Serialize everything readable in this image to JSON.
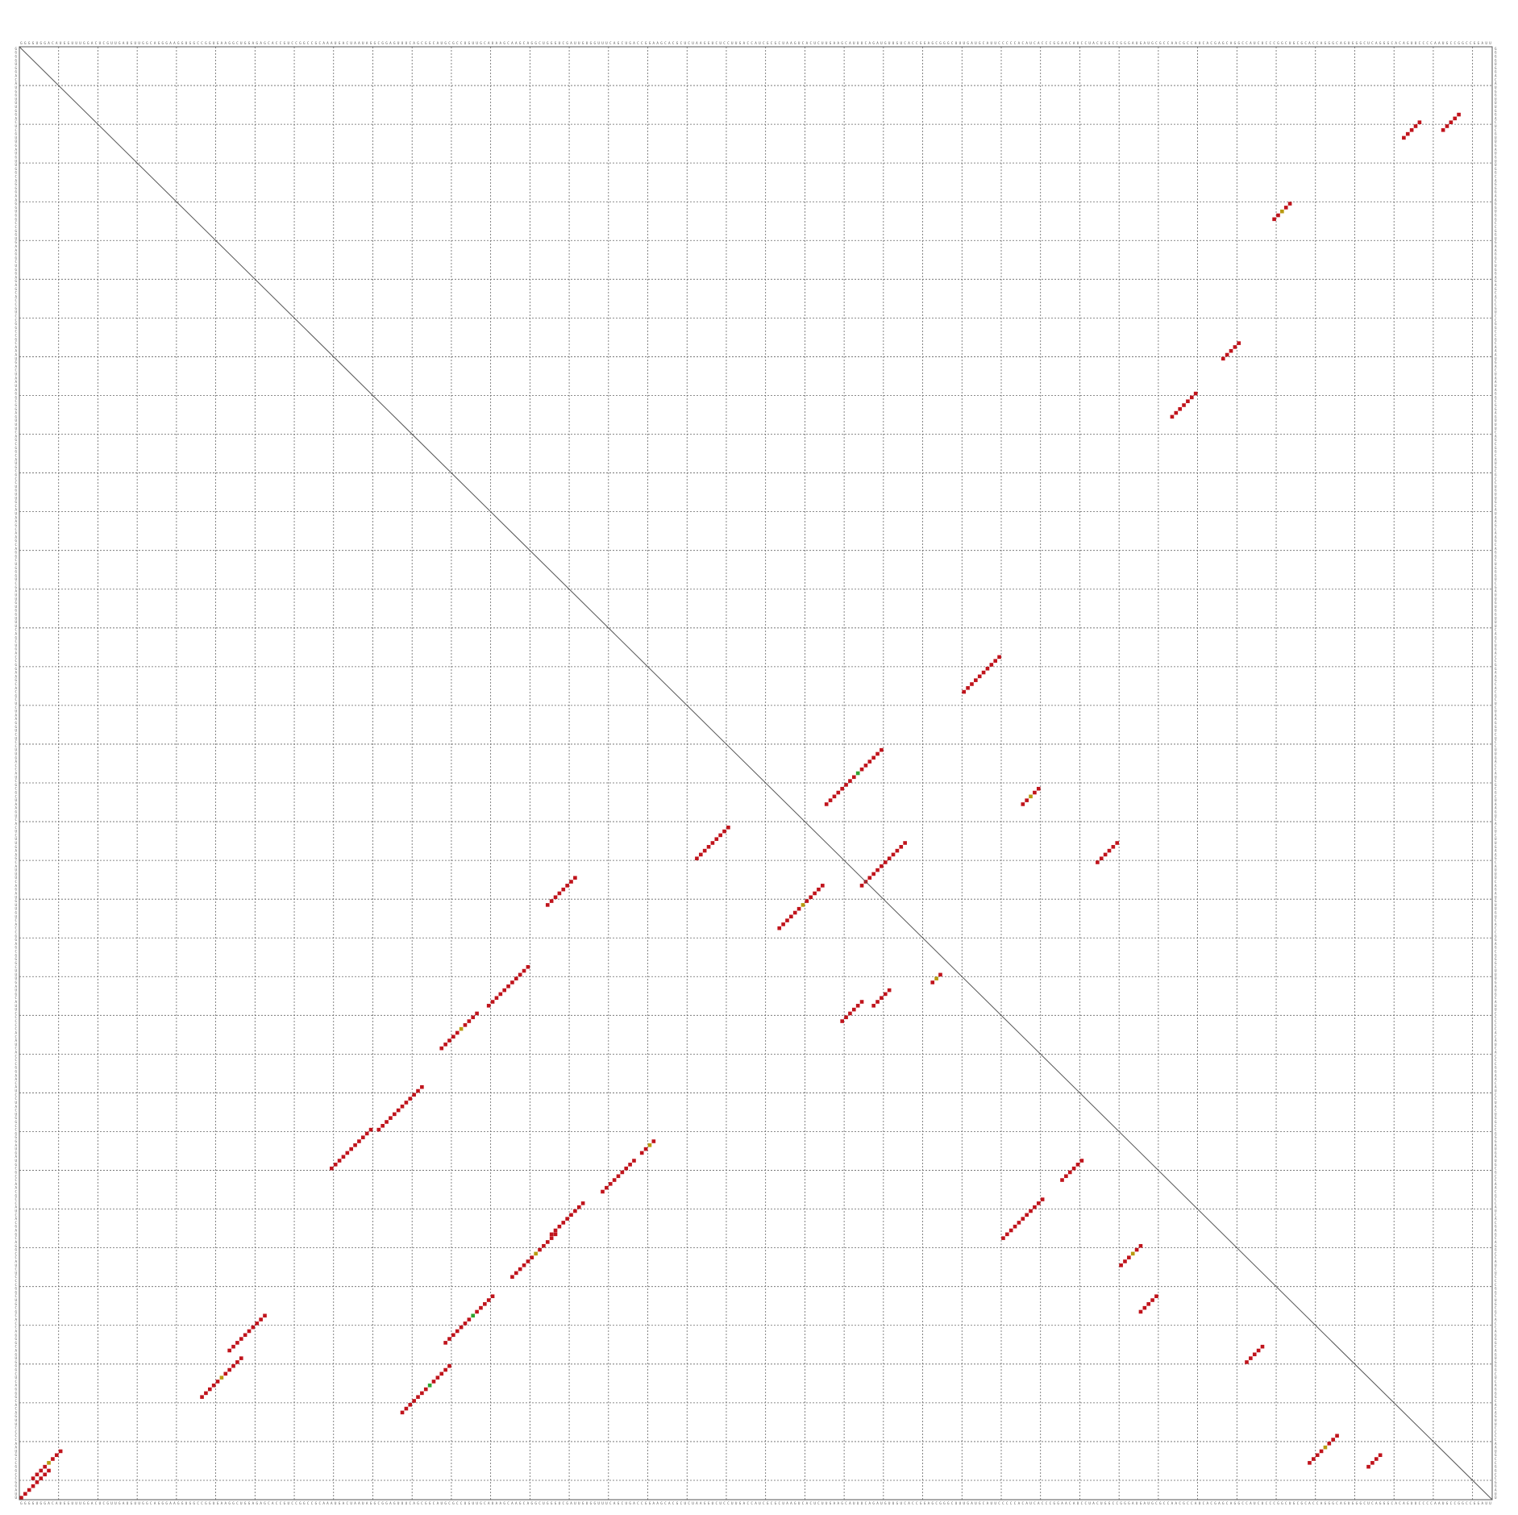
{
  "chart_data": {
    "type": "heatmap",
    "description_type": "RNA base-pair probability dot plot",
    "grid": true,
    "diagonal_line": true,
    "colors": {
      "strong": "#c0141c",
      "medium": "#b89a10",
      "green": "#2fa32f",
      "faint": "#e8a0a0",
      "grid": "#666666",
      "frame": "#555555",
      "diagonal": "#555555"
    },
    "sequence": "GGGGUGGACAUGGUUUGGACUCGUUGAUGUUGGCAGGGAAGGUGGCCGGUGAAGGCUGGAGAGCACCGUCCGGCCGCAAAUGACUAAUAGGCGGAGUUUCAGCGGCAUGCGCCUGUUGCAUAAGCAAGCAGGCUGGGUCGAUUGUGGUUUCAGCUGACCGGAAGCACGCUCUAAGGUCUCCUUGACCAUCGCGCUAAGUCACUCUUGAAGCAUUUCAGAUGUUGUCACCGGAGCGGGCUUUGAUGCAUUCCCCCACAUCACCCGGAACAUCCUACUGGCCGGGAUGAUGCGCCAACGCCAUCACGAGCAGGCCAUCUCCCGGCUGCGCACCAGGGCAGUGGGCUCAGGGCACAGUUCCCCAAUGCCGGCCGGAUUCGCCCGGCGCUAUA",
    "n": 375,
    "helices_upper_right": [
      {
        "i": 4,
        "j": 370,
        "len": 8
      },
      {
        "i": 98,
        "j": 353,
        "len": 13
      },
      {
        "i": 109,
        "j": 335,
        "len": 13
      },
      {
        "i": 126,
        "j": 318,
        "len": 12
      },
      {
        "i": 136,
        "j": 307,
        "len": 9
      },
      {
        "i": 149,
        "j": 296,
        "len": 9
      },
      {
        "i": 159,
        "j": 286,
        "len": 4
      },
      {
        "i": 210,
        "j": 252,
        "len": 6
      },
      {
        "i": 218,
        "j": 248,
        "len": 5
      },
      {
        "i": 233,
        "j": 242,
        "len": 3
      },
      {
        "i": 251,
        "j": 308,
        "len": 11
      },
      {
        "i": 266,
        "j": 293,
        "len": 6
      },
      {
        "i": 281,
        "j": 315,
        "len": 6
      },
      {
        "i": 286,
        "j": 327,
        "len": 5
      },
      {
        "i": 313,
        "j": 340,
        "len": 5
      },
      {
        "i": 329,
        "j": 366,
        "len": 8
      },
      {
        "i": 344,
        "j": 367,
        "len": 4
      }
    ],
    "helices_lower_left": [
      {
        "i": 1,
        "j": 375,
        "len": 8
      },
      {
        "i": 47,
        "j": 349,
        "len": 11
      },
      {
        "i": 54,
        "j": 337,
        "len": 10
      },
      {
        "i": 80,
        "j": 290,
        "len": 11
      },
      {
        "i": 92,
        "j": 280,
        "len": 12
      },
      {
        "i": 108,
        "j": 259,
        "len": 10
      },
      {
        "i": 120,
        "j": 248,
        "len": 11
      },
      {
        "i": 135,
        "j": 222,
        "len": 8
      },
      {
        "i": 173,
        "j": 210,
        "len": 9
      },
      {
        "i": 194,
        "j": 228,
        "len": 12
      },
      {
        "i": 206,
        "j": 196,
        "len": 15
      },
      {
        "i": 215,
        "j": 217,
        "len": 12
      },
      {
        "i": 241,
        "j": 167,
        "len": 10
      },
      {
        "i": 256,
        "j": 196,
        "len": 5
      },
      {
        "i": 275,
        "j": 211,
        "len": 6
      },
      {
        "i": 294,
        "j": 96,
        "len": 7
      },
      {
        "i": 307,
        "j": 81,
        "len": 5
      },
      {
        "i": 320,
        "j": 45,
        "len": 5
      },
      {
        "i": 353,
        "j": 24,
        "len": 5
      },
      {
        "i": 363,
        "j": 22,
        "len": 5
      }
    ]
  }
}
